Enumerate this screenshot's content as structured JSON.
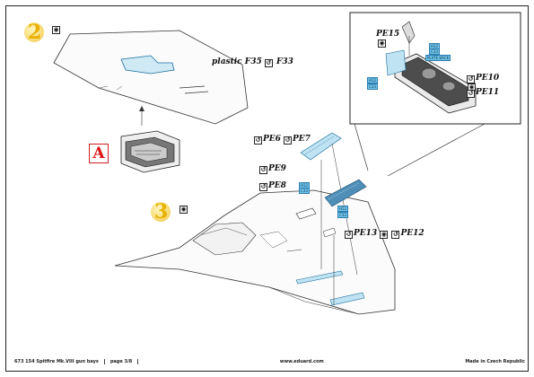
{
  "steps": {
    "step2": "2",
    "step3": "3"
  },
  "badge": "A",
  "labels": {
    "plastic": "plastic F35",
    "f33": "F33",
    "pe15": "PE15",
    "pe10": "PE10",
    "pe11": "PE11",
    "pe6": "PE6",
    "pe7": "PE7",
    "pe9": "PE9",
    "pe8": "PE8",
    "pe13": "PE13",
    "pe12": "PE12"
  },
  "inset_tags": [
    "H12",
    "C33",
    "PLATE BACK",
    "H12",
    "C33"
  ],
  "main_tags": [
    "H12",
    "C33",
    "H12",
    "C33"
  ],
  "symbols": {
    "fold": "◐",
    "glue": "◉",
    "bend": "↺"
  },
  "footer": {
    "code": "673 154  Spitfire Mk.VIII gun bays",
    "page": "page 3/8",
    "website": "www.eduard.com",
    "made_in": "Made in Czech Republic"
  },
  "colors": {
    "accent_blue": "#6fc3e8",
    "step_yellow": "#f5d66a",
    "badge_red": "#d11111"
  }
}
